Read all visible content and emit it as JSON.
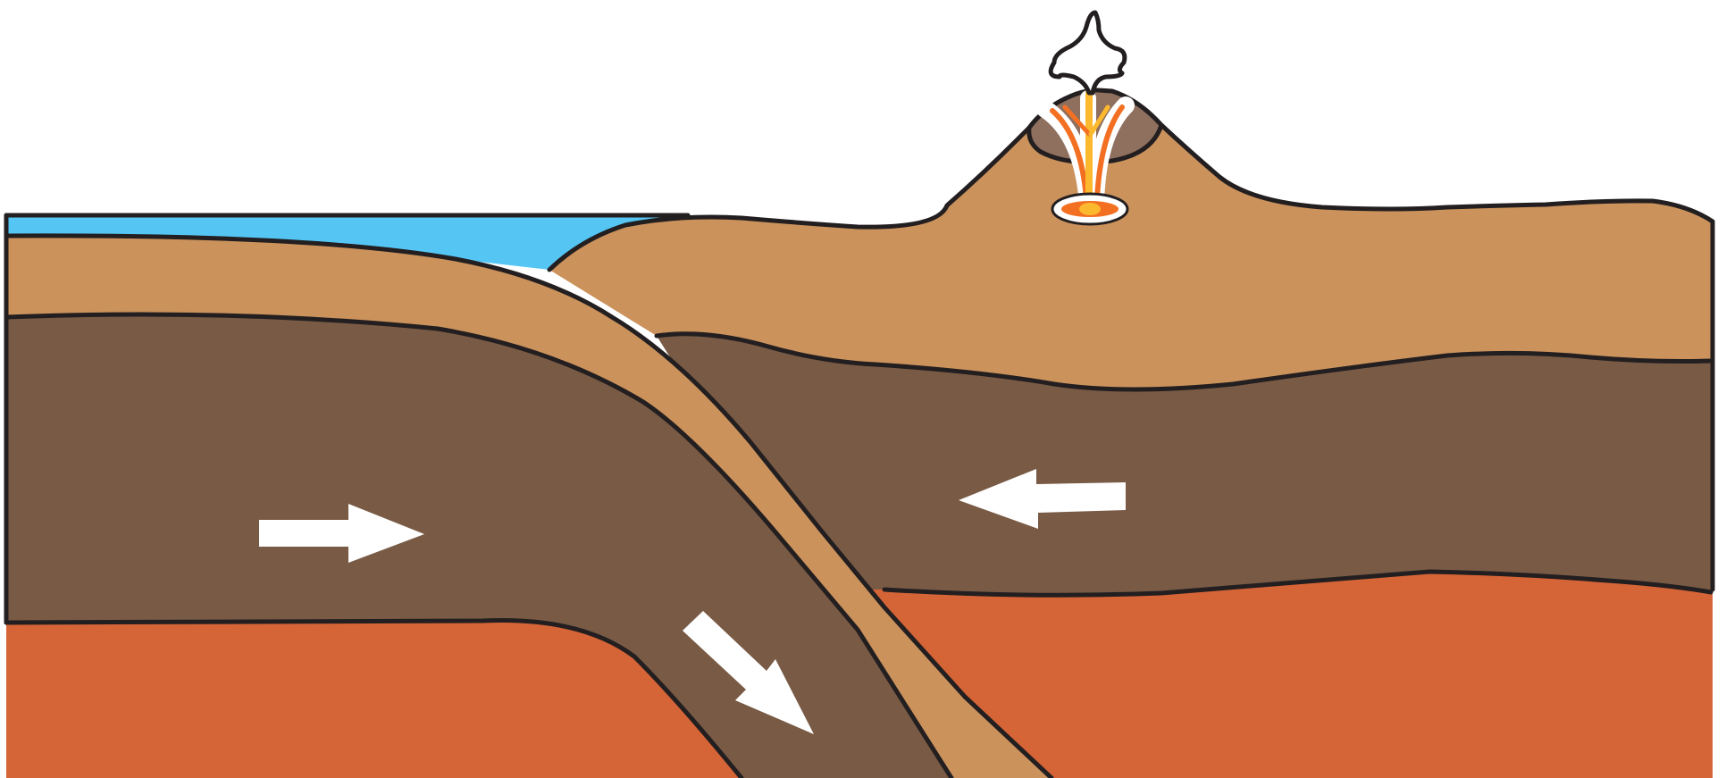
{
  "diagram": {
    "kind": "subduction-zone-cross-section",
    "colors": {
      "ocean_water": "#55c6f4",
      "crust": "#cb925c",
      "lithosphere": "#795a45",
      "asthenosphere": "#d56437",
      "outline": "#231f20",
      "volcano_cap": "#8f6f5e",
      "magma_orange": "#f37022",
      "magma_yellow": "#fdb92e",
      "arrow": "#ffffff"
    },
    "arrows": [
      {
        "id": "oceanic-plate-motion",
        "direction": "right"
      },
      {
        "id": "subduction-motion",
        "direction": "down-right"
      },
      {
        "id": "continental-plate-motion",
        "direction": "left"
      }
    ]
  }
}
